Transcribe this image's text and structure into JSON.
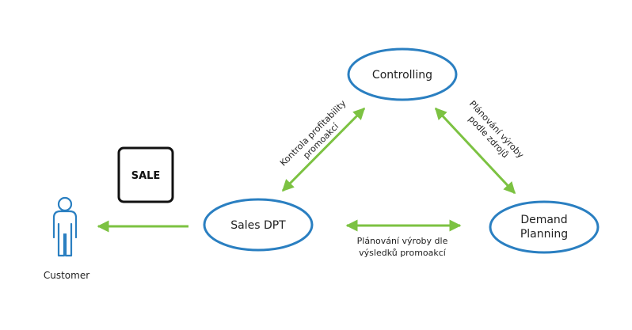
{
  "nodes": {
    "controlling": "Controlling",
    "sales_dpt": "Sales DPT",
    "demand_planning_line1": "Demand",
    "demand_planning_line2": "Planning"
  },
  "sale_box": "SALE",
  "customer": "Customer",
  "edges": {
    "sales_controlling_line1": "Kontrola profitability",
    "sales_controlling_line2": "promoakcí",
    "controlling_demand_line1": "Plánování výroby",
    "controlling_demand_line2": "podle zdrojů",
    "sales_demand_line1": "Plánování výroby dle",
    "sales_demand_line2": "výsledků promoakcí"
  },
  "colors": {
    "node_border": "#2a7fc1",
    "arrow": "#7cc242",
    "person_icon": "#2a7fc1"
  }
}
